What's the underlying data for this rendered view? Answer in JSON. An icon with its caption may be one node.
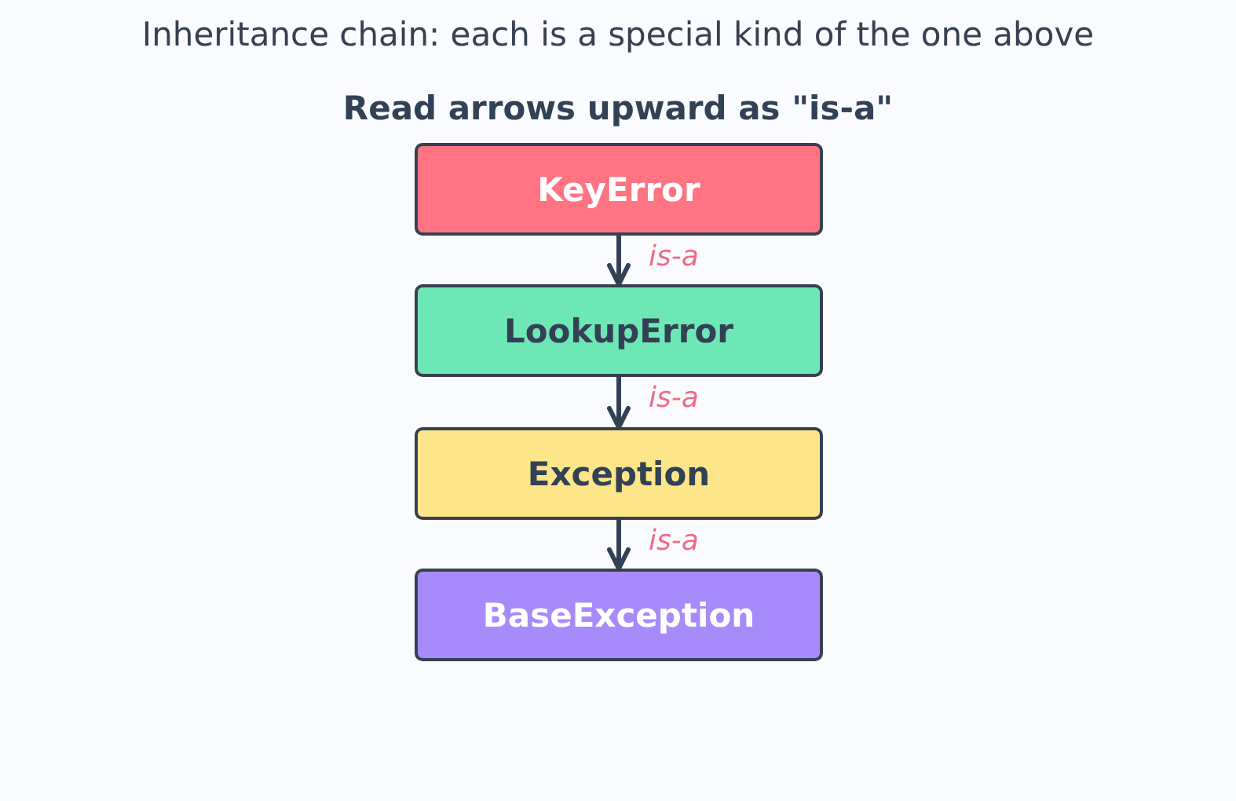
{
  "diagram": {
    "title": "Inheritance chain: each is a special kind of the one above",
    "nodes": [
      {
        "text": [
          "KeyError"
        ]
      },
      {
        "text": [
          "LookupError"
        ]
      },
      {
        "text": [
          "Exception"
        ]
      },
      {
        "text": [
          "BaseException"
        ]
      }
    ],
    "edges": [
      {
        "from": 0,
        "to": 1,
        "arrow": "to",
        "label": "is-a"
      },
      {
        "from": 1,
        "to": 2,
        "arrow": "to",
        "label": "is-a"
      },
      {
        "from": 2,
        "to": 3,
        "arrow": "to",
        "label": "is-a"
      }
    ],
    "labels": [
      "Read arrows upward as \"is-a\""
    ]
  }
}
